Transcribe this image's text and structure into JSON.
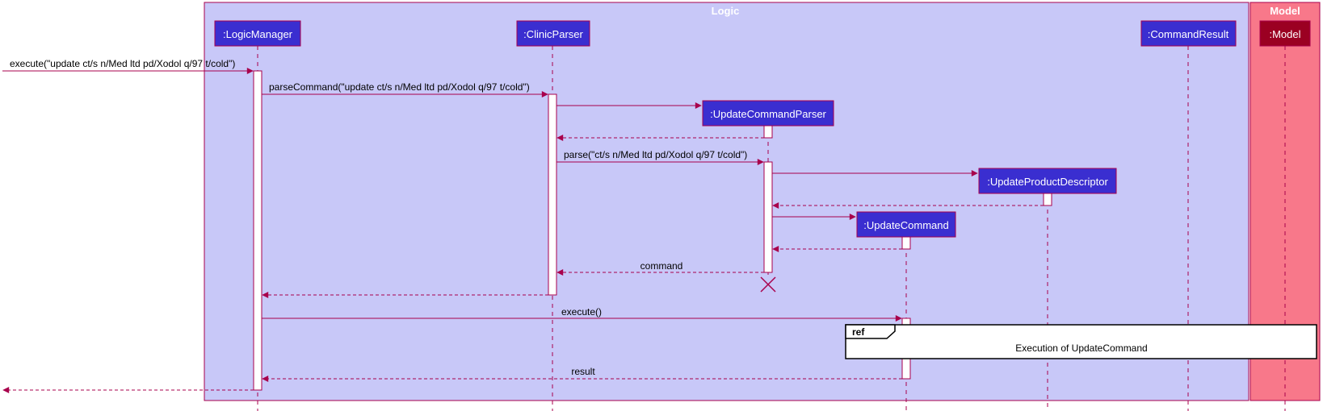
{
  "colors": {
    "logic_bg": "#C8C8F8",
    "model_bg": "#F8788A",
    "group_border": "#A8004C",
    "participant_fill": "#3A2ED0",
    "model_participant_fill": "#9B0022",
    "arrow": "#A8004C",
    "activation_fill": "#FFFFFF"
  },
  "groups": {
    "logic": "Logic",
    "model": "Model"
  },
  "participants": {
    "logic_manager": ":LogicManager",
    "clinic_parser": ":ClinicParser",
    "update_command_parser": ":UpdateCommandParser",
    "update_product_descriptor": ":UpdateProductDescriptor",
    "update_command": ":UpdateCommand",
    "command_result": ":CommandResult",
    "model": ":Model"
  },
  "messages": {
    "execute_input": "execute(\"update ct/s n/Med ltd pd/Xodol q/97 t/cold\")",
    "parse_command": "parseCommand(\"update ct/s n/Med ltd pd/Xodol q/97 t/cold\")",
    "parse": "parse(\"ct/s n/Med ltd pd/Xodol q/97 t/cold\")",
    "command": "command",
    "execute": "execute()",
    "result": "result"
  },
  "ref": {
    "tag": "ref",
    "text": "Execution of UpdateCommand"
  }
}
